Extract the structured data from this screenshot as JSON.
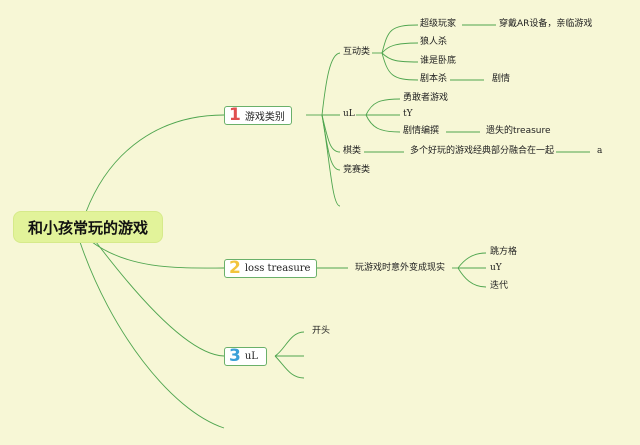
{
  "colors": {
    "background": "#f7f7d6",
    "root_fill": "#e2f39a",
    "line": "#4fa54f",
    "num1": "#e05050",
    "num2": "#f2c43d",
    "num3": "#3aa0d8"
  },
  "root": {
    "title": "和小孩常玩的游戏"
  },
  "branches": [
    {
      "number": "1",
      "label": "游戏类别",
      "children": [
        {
          "label": "互动类",
          "children": [
            {
              "label": "超级玩家",
              "detail": "穿戴AR设备，亲临游戏"
            },
            {
              "label": "狼人杀"
            },
            {
              "label": "谁是卧底"
            },
            {
              "label": "剧本杀",
              "detail": "剧情"
            }
          ]
        },
        {
          "label": "uL",
          "children": [
            {
              "label": "勇敢者游戏"
            },
            {
              "label": "tY"
            },
            {
              "label": "剧情编撰",
              "detail": "遗失的treasure"
            }
          ]
        },
        {
          "label": "棋类",
          "detail": "多个好玩的游戏经典部分融合在一起",
          "detail2": "a"
        },
        {
          "label": "竞赛类"
        }
      ]
    },
    {
      "number": "2",
      "label": "loss treasure",
      "children": [
        {
          "label": "玩游戏时意外变成现实",
          "children": [
            {
              "label": "跳方格"
            },
            {
              "label": "uY"
            },
            {
              "label": "迭代"
            }
          ]
        }
      ]
    },
    {
      "number": "3",
      "label": "uL",
      "children": [
        {
          "label": "开头"
        }
      ]
    }
  ]
}
